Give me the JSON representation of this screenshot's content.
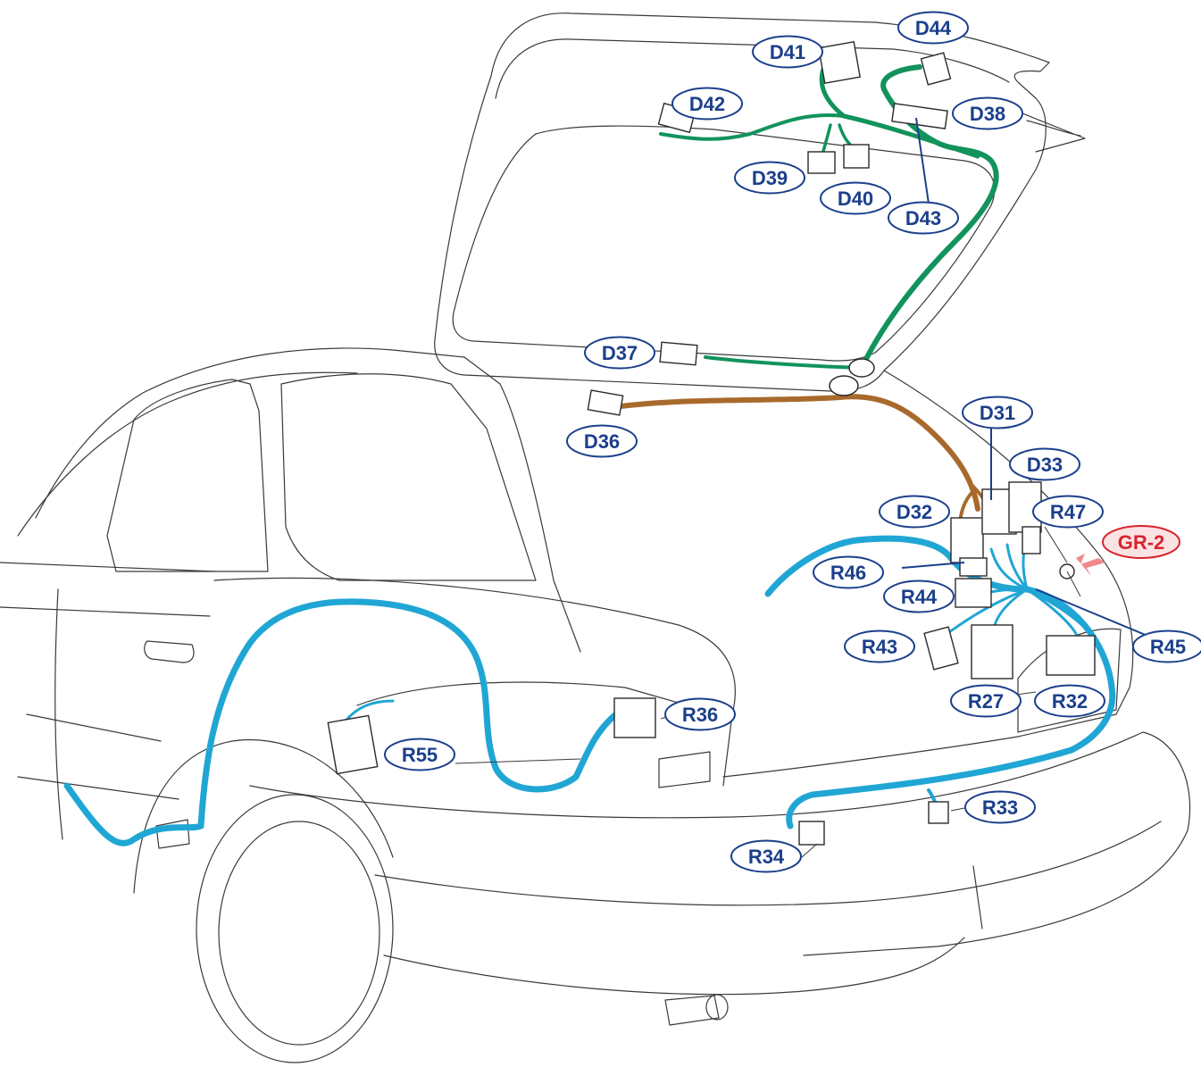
{
  "colors": {
    "label_fill": "#ffffff",
    "label_stroke": "#1b3f8b",
    "label_text": "#1b3f8b",
    "ground_label_fill": "#fbe3e3",
    "ground_label_stroke": "#d9232e",
    "ground_label_text": "#d9232e",
    "ground_arrow": "#f08a8a",
    "harness_tailgate": "#12935c",
    "harness_roof": "#a86a2c",
    "harness_rear": "#20a6d4",
    "body_line": "#3a3a3a"
  },
  "harnesses": [
    {
      "name": "tailgate-harness",
      "color_key": "harness_tailgate"
    },
    {
      "name": "roof-harness",
      "color_key": "harness_roof"
    },
    {
      "name": "rear-harness",
      "color_key": "harness_rear"
    }
  ],
  "labels": [
    {
      "id": "D44",
      "text": "D44"
    },
    {
      "id": "D41",
      "text": "D41"
    },
    {
      "id": "D42",
      "text": "D42"
    },
    {
      "id": "D38",
      "text": "D38"
    },
    {
      "id": "D39",
      "text": "D39"
    },
    {
      "id": "D40",
      "text": "D40"
    },
    {
      "id": "D43",
      "text": "D43"
    },
    {
      "id": "D37",
      "text": "D37"
    },
    {
      "id": "D36",
      "text": "D36"
    },
    {
      "id": "D31",
      "text": "D31"
    },
    {
      "id": "D33",
      "text": "D33"
    },
    {
      "id": "D32",
      "text": "D32"
    },
    {
      "id": "R47",
      "text": "R47"
    },
    {
      "id": "GR-2",
      "text": "GR-2"
    },
    {
      "id": "R46",
      "text": "R46"
    },
    {
      "id": "R44",
      "text": "R44"
    },
    {
      "id": "R45",
      "text": "R45"
    },
    {
      "id": "R43",
      "text": "R43"
    },
    {
      "id": "R27",
      "text": "R27"
    },
    {
      "id": "R32",
      "text": "R32"
    },
    {
      "id": "R36",
      "text": "R36"
    },
    {
      "id": "R55",
      "text": "R55"
    },
    {
      "id": "R33",
      "text": "R33"
    },
    {
      "id": "R34",
      "text": "R34"
    }
  ]
}
